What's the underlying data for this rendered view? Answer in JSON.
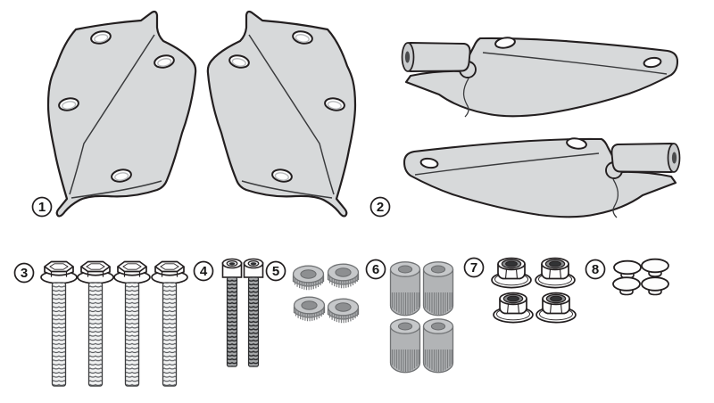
{
  "diagram": {
    "kind": "hardware-mounting-kit-parts",
    "background_color": "#ffffff",
    "outline_color": "#231f20",
    "metal_fill": "#d7d9da",
    "gray_part_fill": "#b2b4b6",
    "label_style": "circled-number"
  },
  "parts": [
    {
      "number": "1",
      "item": "mounting-plate",
      "quantity": 2
    },
    {
      "number": "2",
      "item": "support-bracket",
      "quantity": 2
    },
    {
      "number": "3",
      "item": "flanged-hex-bolt",
      "quantity": 4
    },
    {
      "number": "4",
      "item": "socket-head-screw",
      "quantity": 2
    },
    {
      "number": "5",
      "item": "knurled-washer",
      "quantity": 4
    },
    {
      "number": "6",
      "item": "knurled-spacer-bush",
      "quantity": 4
    },
    {
      "number": "7",
      "item": "flanged-lock-nut",
      "quantity": 4
    },
    {
      "number": "8",
      "item": "push-cap",
      "quantity": 4
    }
  ]
}
